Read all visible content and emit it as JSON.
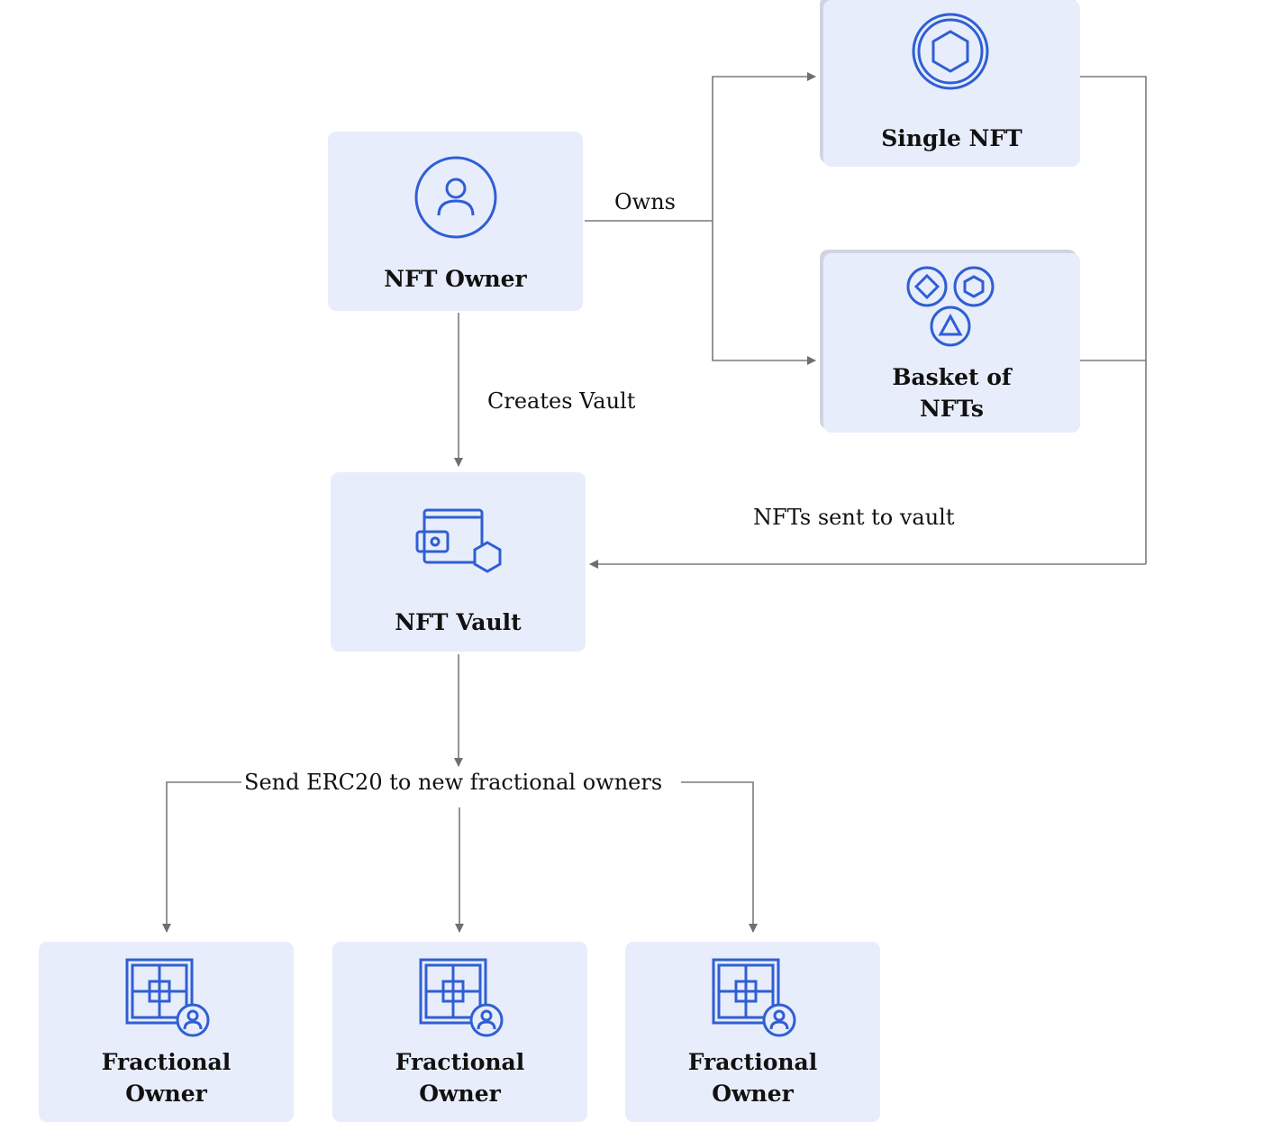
{
  "colors": {
    "box_fill": "#e8edfb",
    "icon_stroke": "#2f5fd3",
    "connector": "#7a7a7a",
    "text": "#111111"
  },
  "nodes": {
    "nft_owner": {
      "label": "NFT Owner",
      "icon": "user-circle-icon"
    },
    "single_nft": {
      "label": "Single NFT",
      "icon": "hexagon-coin-icon"
    },
    "basket": {
      "label_line1": "Basket of",
      "label_line2": "NFTs",
      "icon": "token-basket-icon"
    },
    "vault": {
      "label": "NFT Vault",
      "icon": "wallet-hexagon-icon"
    },
    "fractional_owners": [
      {
        "label_line1": "Fractional",
        "label_line2": "Owner",
        "icon": "grid-user-icon"
      },
      {
        "label_line1": "Fractional",
        "label_line2": "Owner",
        "icon": "grid-user-icon"
      },
      {
        "label_line1": "Fractional",
        "label_line2": "Owner",
        "icon": "grid-user-icon"
      }
    ]
  },
  "edges": {
    "owns": "Owns",
    "creates_vault": "Creates Vault",
    "nfts_sent": "NFTs sent to vault",
    "send_erc20": "Send ERC20 to new fractional owners"
  }
}
